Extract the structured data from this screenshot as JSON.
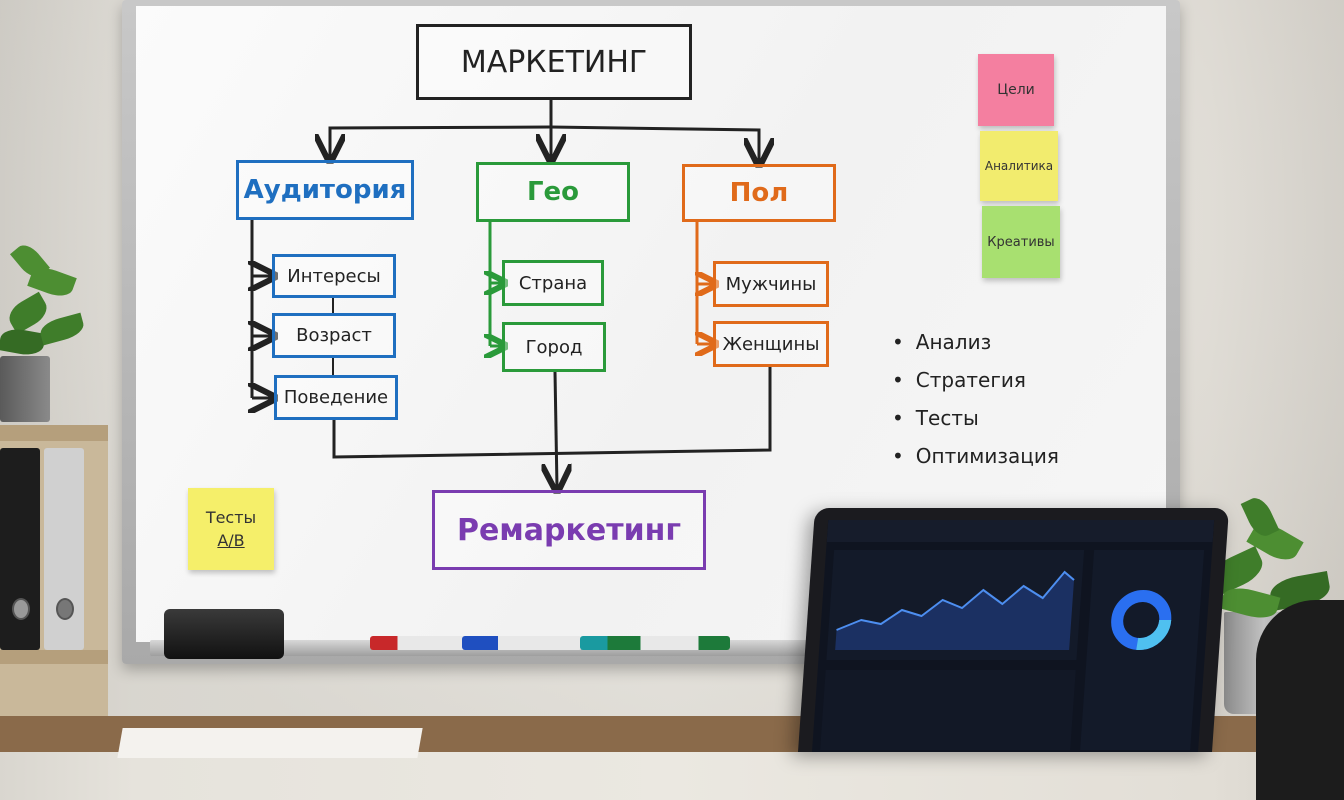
{
  "diagram": {
    "root": "МАРКЕТИНГ",
    "categories": [
      {
        "label": "Аудитория",
        "color": "#1f6fc0",
        "children": [
          "Интересы",
          "Возраст",
          "Поведение"
        ]
      },
      {
        "label": "Гео",
        "color": "#2a9a3a",
        "children": [
          "Страна",
          "Город"
        ]
      },
      {
        "label": "Пол",
        "color": "#e06a1a",
        "children": [
          "Мужчины",
          "Женщины"
        ]
      }
    ],
    "result": {
      "label": "Ремаркетинг",
      "color": "#7a3cb0"
    }
  },
  "sticky_notes": [
    {
      "text": "Цели",
      "color": "#f47fa0"
    },
    {
      "text": "Аналитика",
      "color": "#f2ec6e"
    },
    {
      "text": "Креативы",
      "color": "#a8e070"
    },
    {
      "text": "Тесты",
      "text2": "A/B",
      "color": "#f5ef6a"
    }
  ],
  "bullets": [
    "Анализ",
    "Стратегия",
    "Тесты",
    "Оптимизация"
  ],
  "markers": [
    "#c8282a",
    "#1f4fc0",
    "#1a9aa0",
    "#1d7a3a"
  ]
}
